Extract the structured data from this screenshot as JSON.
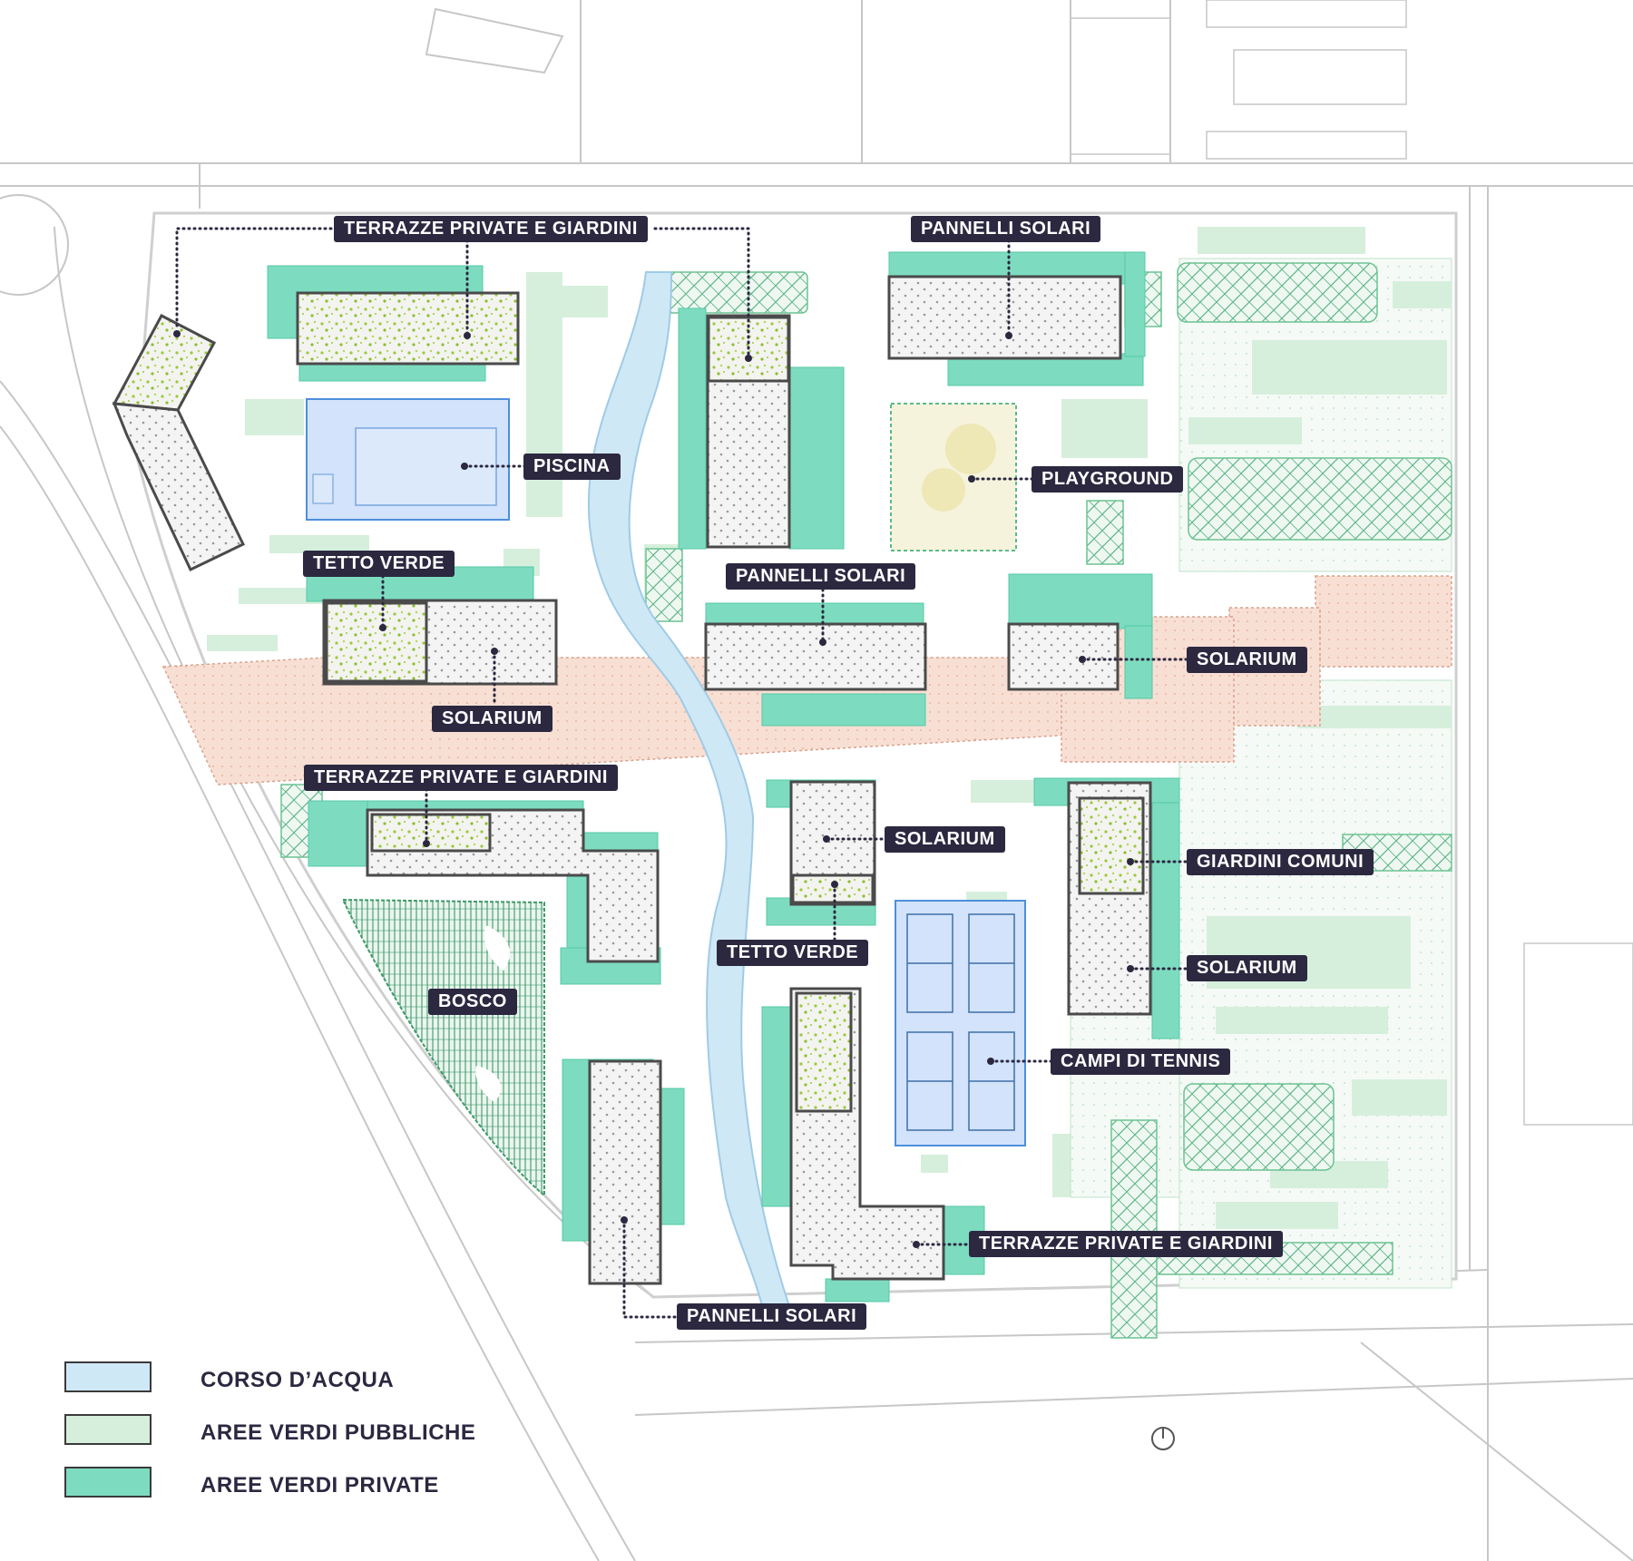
{
  "colors": {
    "water": "#cfe8f6",
    "water_stroke": "#9fcbe6",
    "public_green": "#d6efdc",
    "private_green": "#7ddcc0",
    "private_green_dark": "#5fcfae",
    "pedestrian": "#f7d9cd",
    "label_bg": "#2b2840",
    "building_stroke": "#4a4a4a",
    "sport": "#d2e3fb",
    "sport_stroke": "#4d8fdb",
    "roads": "#c7c7c7"
  },
  "labels": {
    "terrazze_1": "TERRAZZE PRIVATE E GIARDINI",
    "pannelli_1": "PANNELLI SOLARI",
    "piscina": "PISCINA",
    "playground": "PLAYGROUND",
    "tetto_verde_1": "TETTO VERDE",
    "pannelli_2": "PANNELLI SOLARI",
    "solarium_1": "SOLARIUM",
    "solarium_2": "SOLARIUM",
    "terrazze_2": "TERRAZZE PRIVATE E GIARDINI",
    "solarium_3": "SOLARIUM",
    "giardini_comuni": "GIARDINI COMUNI",
    "tetto_verde_2": "TETTO VERDE",
    "bosco": "BOSCO",
    "solarium_4": "SOLARIUM",
    "campi_tennis": "CAMPI DI TENNIS",
    "terrazze_3": "TERRAZZE PRIVATE E GIARDINI",
    "pannelli_3": "PANNELLI SOLARI"
  },
  "legend": [
    {
      "label": "CORSO D’ACQUA",
      "color": "#cfe8f6"
    },
    {
      "label": "AREE VERDI PUBBLICHE",
      "color": "#d6efdc"
    },
    {
      "label": "AREE VERDI PRIVATE",
      "color": "#7ddcc0"
    }
  ]
}
